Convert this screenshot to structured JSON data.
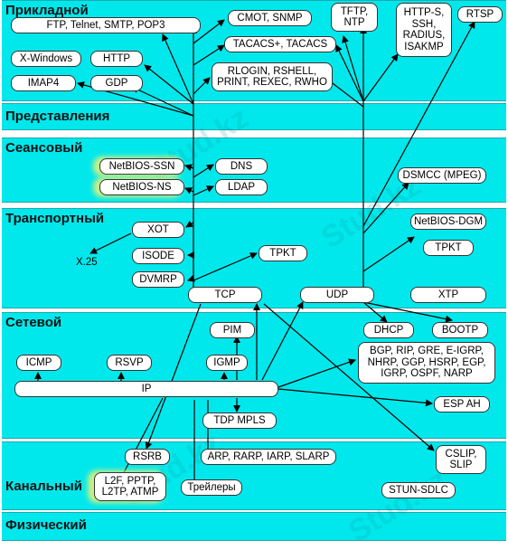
{
  "layers": {
    "application": "Прикладной",
    "presentation": "Представления",
    "session": "Сеансовый",
    "transport": "Транспортный",
    "network": "Сетевой",
    "datalink": "Канальный",
    "physical": "Физический"
  },
  "protocols": {
    "ftp": "FTP, Telnet, SMTP, POP3",
    "cmot": "CMOT, SNMP",
    "tftp": "TFTP,\nNTP",
    "https": "HTTP-S,\nSSH,\nRADIUS,\nISAKMP",
    "rtsp": "RTSP",
    "xwindows": "X-Windows",
    "http": "HTTP",
    "tacacs": "TACACS+, TACACS",
    "imap4": "IMAP4",
    "gdp": "GDP",
    "rlogin": "RLOGIN, RSHELL,\nPRINT, REXEC, RWHO",
    "netbios_ssn": "NetBIOS-SSN",
    "dns": "DNS",
    "netbios_ns": "NetBIOS-NS",
    "ldap": "LDAP",
    "dsmcc": "DSMCC (MPEG)",
    "xot": "XOT",
    "x25": "X.25",
    "isode": "ISODE",
    "tpkt1": "TPKT",
    "dvmrp": "DVMRP",
    "tcp": "TCP",
    "udp": "UDP",
    "xtp": "XTP",
    "netbios_dgm": "NetBIOS-DGM",
    "tpkt2": "TPKT",
    "pim": "PIM",
    "dhcp": "DHCP",
    "bootp": "BOOTP",
    "icmp": "ICMP",
    "rsvp": "RSVP",
    "igmp": "IGMP",
    "bgp": "BGP, RIP, GRE, E-IGRP,\nNHRP, GGP, HSRP, EGP,\nIGRP, OSPF, NARP",
    "ip": "IP",
    "esp": "ESP AH",
    "tdp": "TDP MPLS",
    "rsrb": "RSRB",
    "arp": "ARP, RARP, IARP, SLARP",
    "cslip": "CSLIP,\nSLIP",
    "l2f": "L2F, PPTP,\nL2TP, ATMP",
    "trailers": "Трейлеры",
    "stun": "STUN-SDLC"
  },
  "watermark": "Stud.kz",
  "colors": {
    "layer": "#00e8ec",
    "line": "#000000",
    "box": "#ffffff"
  }
}
